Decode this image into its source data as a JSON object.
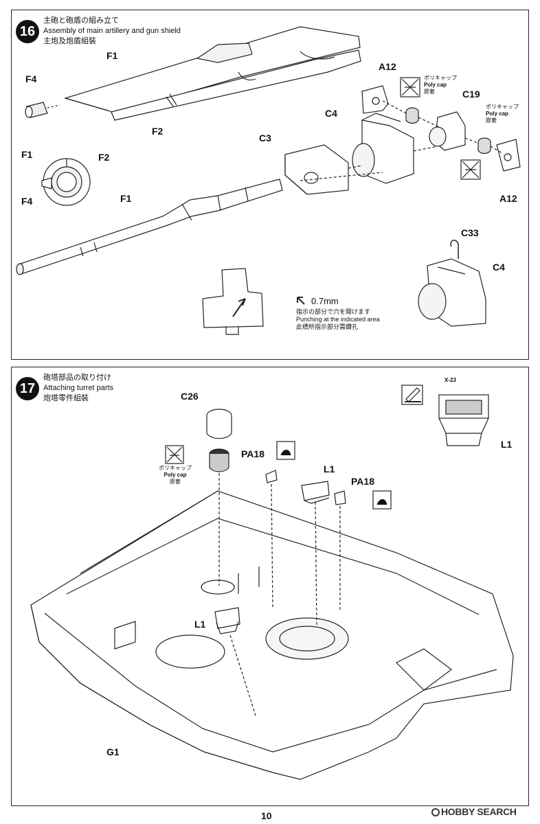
{
  "step16": {
    "number": "16",
    "title_ja": "主砲と砲盾の組み立て",
    "title_en": "Assembly of main artillery and gun shield",
    "title_zh": "主炮及炮盾組裝",
    "labels": {
      "f1_top": "F1",
      "f4_top": "F4",
      "f2_mid": "F2",
      "a12_top": "A12",
      "c19": "C19",
      "c4": "C4",
      "c3": "C3",
      "a12_bottom": "A12",
      "f1_cs": "F1",
      "f2_cs": "F2",
      "f4_cs": "F4",
      "f1_barrel": "F1",
      "c33": "C33",
      "c4_detail": "C4"
    },
    "polycap_1": {
      "ja": "ポリキャップ",
      "en": "Poly cap",
      "zh": "膠套"
    },
    "polycap_2": {
      "ja": "ポリキャップ",
      "en": "Poly cap",
      "zh": "膠套"
    },
    "punch": {
      "size": "0.7mm",
      "ja": "指示の部分で穴を開けます",
      "en": "Punching at the indicated area",
      "zh": "此標所指示部分需鑽孔"
    }
  },
  "step17": {
    "number": "17",
    "title_ja": "砲塔部品の取り付け",
    "title_en": "Attaching turret parts",
    "title_zh": "炮塔零件組裝",
    "labels": {
      "c26": "C26",
      "pa18_left": "PA18",
      "l1_top": "L1",
      "pa18_right": "PA18",
      "l1_inset": "L1",
      "l1_left": "L1",
      "g1": "G1",
      "x23": "X-23"
    },
    "polycap": {
      "ja": "ポリキャップ",
      "en": "Poly cap",
      "zh": "膠套"
    }
  },
  "page_number": "10",
  "watermark": "HOBBY SEARCH"
}
